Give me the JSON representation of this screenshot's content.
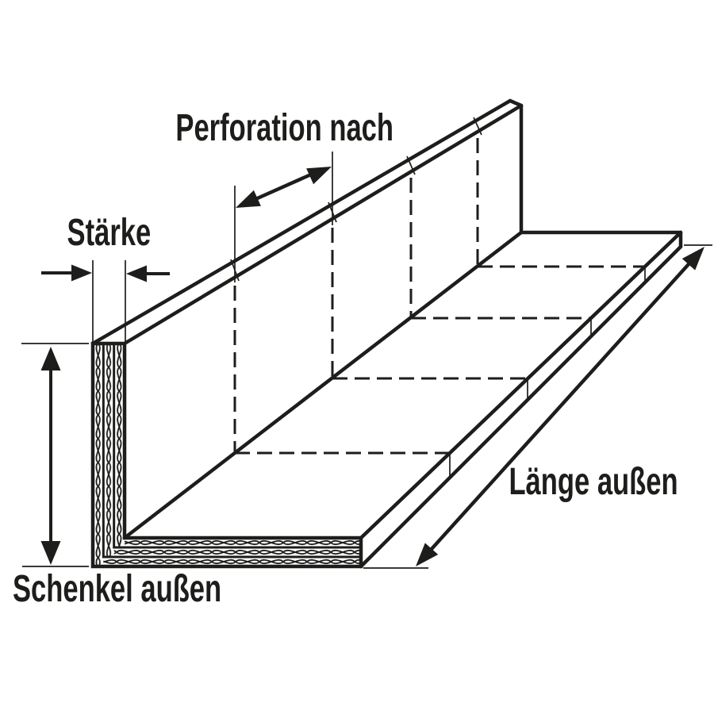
{
  "diagram": {
    "type": "technical-drawing",
    "subject": "perforated-L-angle-profile",
    "labels": {
      "perforation": "Perforation nach",
      "staerke": "Stärke",
      "laenge": "Länge außen",
      "schenkel": "Schenkel außen"
    },
    "colors": {
      "ink": "#1d1d1b",
      "background": "#ffffff"
    }
  }
}
